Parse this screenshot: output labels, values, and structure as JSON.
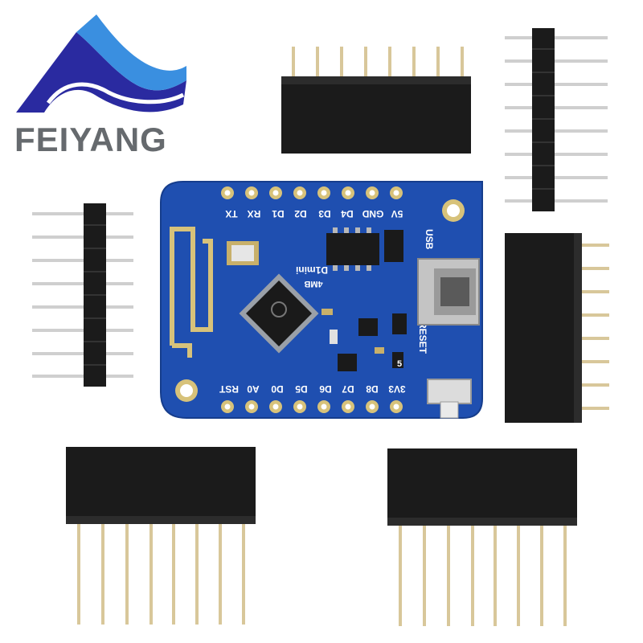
{
  "brand": {
    "name": "FEIYANG",
    "logo_colors": {
      "dark_blue": "#2a2aa0",
      "light_blue": "#3a8fe0",
      "grey_text": "#666a6e"
    }
  },
  "board": {
    "color": "#1f4fb0",
    "silk_text_color": "#ffffff",
    "top_pin_labels": [
      "TX",
      "RX",
      "D1",
      "D2",
      "D3",
      "D4",
      "GND",
      "5V"
    ],
    "bottom_pin_labels": [
      "RST",
      "A0",
      "D0",
      "D5",
      "D6",
      "D7",
      "D8",
      "3V3"
    ],
    "model_label": "D1mini",
    "flash_label": "4MB",
    "usb_label": "USB",
    "reset_label": "RESET",
    "marker_5": "5"
  },
  "header_colors": {
    "plastic": "#1a1a1a",
    "pin": "#d8c79a"
  }
}
